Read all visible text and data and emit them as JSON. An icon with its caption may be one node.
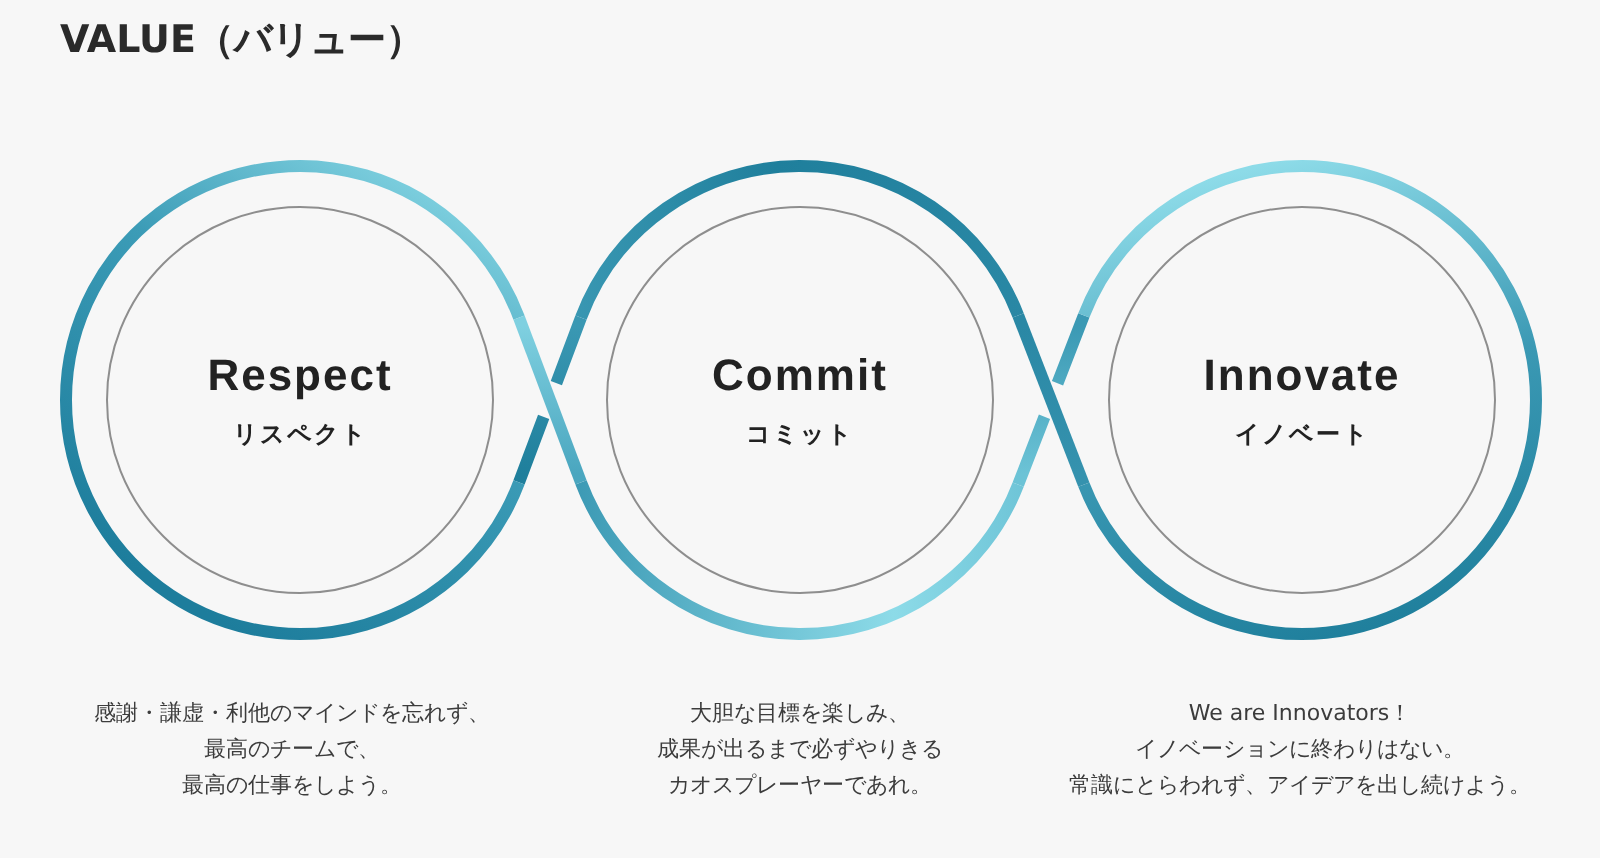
{
  "diagram": {
    "title": "VALUE（バリュー）",
    "nodes": [
      {
        "text": [
          "Respect",
          "リスペクト"
        ]
      },
      {
        "text": [
          "Commit",
          "コミット"
        ]
      },
      {
        "text": [
          "Innovate",
          "イノベート"
        ]
      }
    ],
    "labels": [
      "感謝・謙虚・利他のマインドを忘れず、最高のチームで、最高の仕事をしよう。",
      "大胆な目標を楽しみ、成果が出るまで必ずやりきるカオスプレーヤーであれ。",
      "We are Innovators！イノベーションに終わりはない。常識にとらわれず、アイデアを出し続けよう。"
    ]
  }
}
